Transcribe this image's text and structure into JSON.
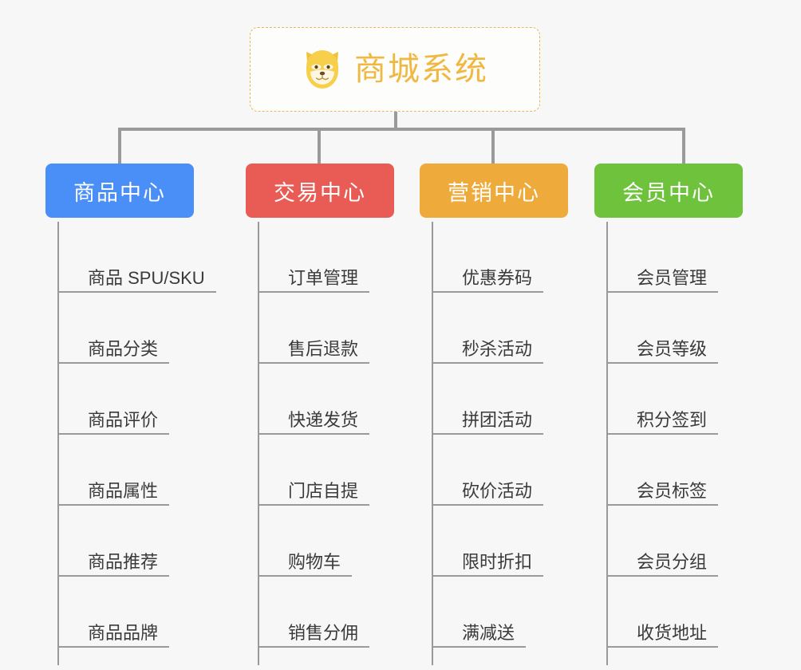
{
  "diagram": {
    "type": "mindmap",
    "background_color": "#f7f7f7",
    "line_color": "#9a9a9a",
    "root": {
      "title": "商城系统",
      "icon": "dog-face-icon",
      "text_color": "#f0b840",
      "border_color": "#e9b65a",
      "background_color": "#fdfdfc"
    },
    "branches": [
      {
        "label": "商品中心",
        "color": "#4a8ef7",
        "items": [
          "商品 SPU/SKU",
          "商品分类",
          "商品评价",
          "商品属性",
          "商品推荐",
          "商品品牌"
        ]
      },
      {
        "label": "交易中心",
        "color": "#e85c55",
        "items": [
          "订单管理",
          "售后退款",
          "快递发货",
          "门店自提",
          "购物车",
          "销售分佣"
        ]
      },
      {
        "label": "营销中心",
        "color": "#eeab3c",
        "items": [
          "优惠券码",
          "秒杀活动",
          "拼团活动",
          "砍价活动",
          "限时折扣",
          "满减送"
        ]
      },
      {
        "label": "会员中心",
        "color": "#6fc23c",
        "items": [
          "会员管理",
          "会员等级",
          "积分签到",
          "会员标签",
          "会员分组",
          "收货地址"
        ]
      }
    ]
  }
}
